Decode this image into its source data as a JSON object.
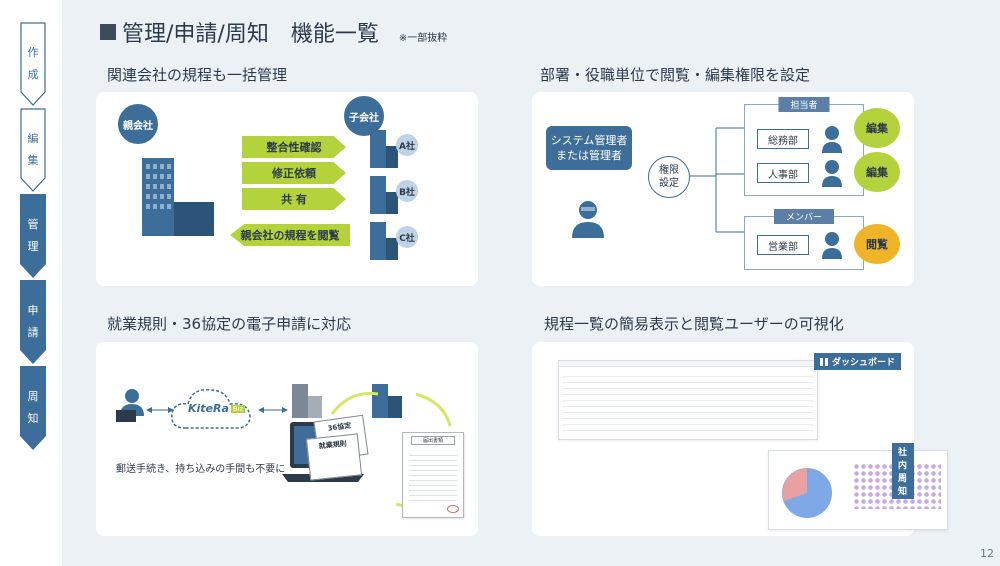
{
  "sidebar": {
    "steps": [
      {
        "label": "作成",
        "style": "outline"
      },
      {
        "label": "編集",
        "style": "outline"
      },
      {
        "label": "管理",
        "style": "filled"
      },
      {
        "label": "申請",
        "style": "filled"
      },
      {
        "label": "周知",
        "style": "filled"
      }
    ]
  },
  "header": {
    "title": "管理/申請/周知　機能一覧",
    "note": "※一部抜粋"
  },
  "sections": {
    "s1": {
      "title": "関連会社の規程も一括管理",
      "parent_label": "親会社",
      "child_label": "子会社",
      "arrows": [
        "整合性確認",
        "修正依頼",
        "共 有"
      ],
      "back_arrow": "親会社の規程を閲覧",
      "companies": [
        "A社",
        "B社",
        "C社"
      ]
    },
    "s2": {
      "title": "部署・役職単位で閲覧・編集権限を設定",
      "system_admin": [
        "システム管理者",
        "または管理者"
      ],
      "permission": [
        "権限",
        "設定"
      ],
      "group1_label": "担当者",
      "group2_label": "メンバー",
      "depts": [
        "総務部",
        "人事部",
        "営業部"
      ],
      "actions": [
        "編集",
        "編集",
        "閲覧"
      ]
    },
    "s3": {
      "title": "就業規則・36協定の電子申請に対応",
      "cloud_label": "KiteRa",
      "cloud_badge": "Biz",
      "doc1": "36協定",
      "doc2": "就業規則",
      "doc3": "届出書類",
      "caption": "郵送手続き、持ち込みの手間も不要に"
    },
    "s4": {
      "title": "規程一覧の簡易表示と閲覧ユーザーの可視化",
      "dashboard_label": "ダッシュボード",
      "notice_label": "社内周知"
    }
  },
  "page_number": "12",
  "colors": {
    "navy": "#3d6e99",
    "lime": "#b4d23b",
    "orange": "#f0b429",
    "bg": "#ecf1f6"
  }
}
